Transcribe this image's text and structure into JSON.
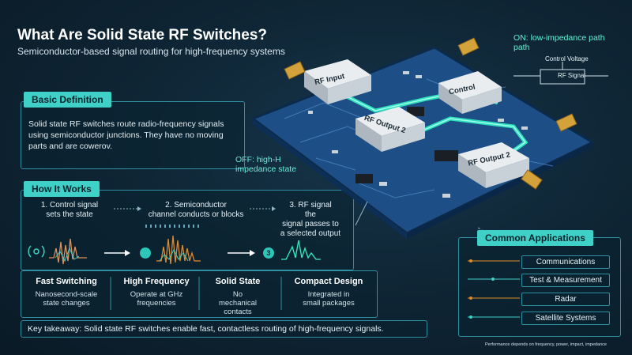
{
  "header": {
    "title": "What Are Solid State RF Switches?",
    "subtitle": "Semiconductor-based signal routing for high-frequency systems"
  },
  "definition": {
    "tag": "Basic Definition",
    "text": "Solid state RF switches route radio-frequency signals using semiconductor junctions. They have no moving parts and are cowerov."
  },
  "how_it_works": {
    "tag": "How It Works",
    "steps": [
      {
        "label": "1. Control signal\nsets the state"
      },
      {
        "label": "2. Semiconductor\nchannel conducts or blocks"
      },
      {
        "label": "3. RF signal\nthe\nsignal passes to\na selected output"
      }
    ],
    "step3_badge": "3"
  },
  "features": [
    {
      "title": "Fast Switching",
      "desc": "Nanosecond-scale state changes"
    },
    {
      "title": "High Frequency",
      "desc": "Operate at GHz frequencies"
    },
    {
      "title": "Solid State",
      "desc": "No mechanical contacts"
    },
    {
      "title": "Compact Design",
      "desc": "Integrated in small packages"
    }
  ],
  "takeaway": "Key takeaway: Solid state RF switches enable fast, contactless routing of high-frequency signals.",
  "applications": {
    "tag": "Common Applications",
    "items": [
      "Communications",
      "Test & Measurement",
      "Radar",
      "Satellite Systems"
    ],
    "colors": [
      "#e08a2a",
      "#3fd0c8",
      "#e08a2a",
      "#3fd0c8"
    ]
  },
  "board": {
    "modules": [
      "RF Input",
      "Control",
      "RF Output 2",
      "RF Output 2"
    ],
    "on_callout": "ON: low-impedance path\npath",
    "off_callout": "OFF: high-H\nimpedance state",
    "control_voltage": "Control Voltage",
    "rf_signal": "RF Signal"
  },
  "footnote": "Performance depends on frequency, power, impact, impedance",
  "colors": {
    "accent": "#3fd0c8",
    "board": "#1d4f86",
    "trace": "#31f0c0"
  }
}
